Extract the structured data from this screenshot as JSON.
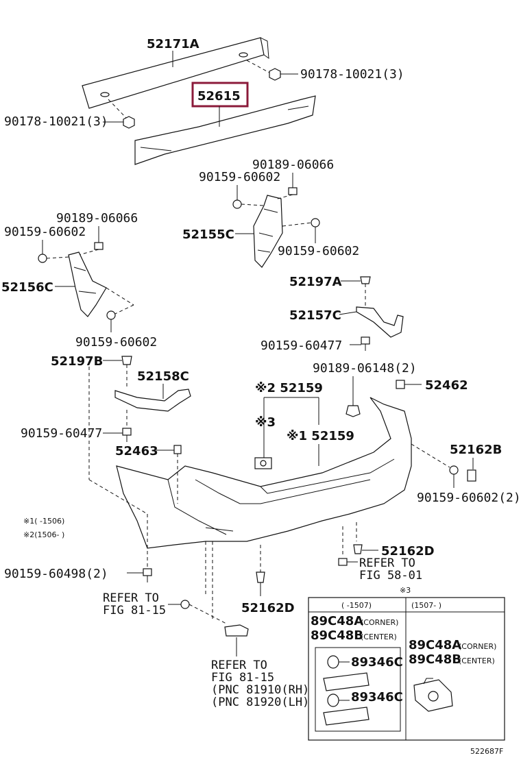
{
  "highlight_color": "#8b1a3a",
  "labels": {
    "p52171A": "52171A",
    "p52615": "52615",
    "nut_right": "90178-10021(3)",
    "nut_left": "90178-10021(3)",
    "clip_r_top": "90189-06066",
    "bolt_r_top": "90159-60602",
    "bracket_r": "52155C",
    "bolt_r_side": "90159-60602",
    "clip_l_top": "90189-06066",
    "bolt_l_top": "90159-60602",
    "bracket_l": "52156C",
    "bolt_l_bottom": "90159-60602",
    "clip_52197A": "52197A",
    "retainer_52157C": "52157C",
    "screw_r_60477": "90159-60477",
    "clip_52197B": "52197B",
    "retainer_52158C": "52158C",
    "screw_l_60477": "90159-60477",
    "clip_06148": "90189-06148(2)",
    "part_52462": "52462",
    "part_52159_a": "※2 52159",
    "part_52159_b": "※1 52159",
    "mark3": "※3",
    "part_52463": "52463",
    "part_52162B": "52162B",
    "bolt_60602_2": "90159-60602(2)",
    "note1": "※1(    -1506)",
    "note2": "※2(1506-    )",
    "part_52162D_r": "52162D",
    "refer_58_line1": "REFER TO",
    "refer_58_line2": "FIG 58-01",
    "screw_60498": "90159-60498(2)",
    "refer_81_line1": "REFER TO",
    "refer_81_line2": "FIG 81-15",
    "part_52162D_c": "52162D",
    "refer_pnc_1": "REFER TO",
    "refer_pnc_2": "FIG 81-15",
    "refer_pnc_3": "(PNC 81910(RH))",
    "refer_pnc_4": "(PNC 81920(LH))",
    "inset_mark": "※3",
    "inset_col1": "(    -1507)",
    "inset_col2": "(1507-    )",
    "inset_a1": "89C48A",
    "inset_a1_sub": "(CORNER)",
    "inset_b1": "89C48B",
    "inset_b1_sub": "(CENTER)",
    "inset_89346_a": "89346C",
    "inset_89346_b": "89346C",
    "inset_a2": "89C48A",
    "inset_a2_sub": "(CORNER)",
    "inset_b2": "89C48B",
    "inset_b2_sub": "(CENTER)",
    "footer_code": "522687F"
  }
}
